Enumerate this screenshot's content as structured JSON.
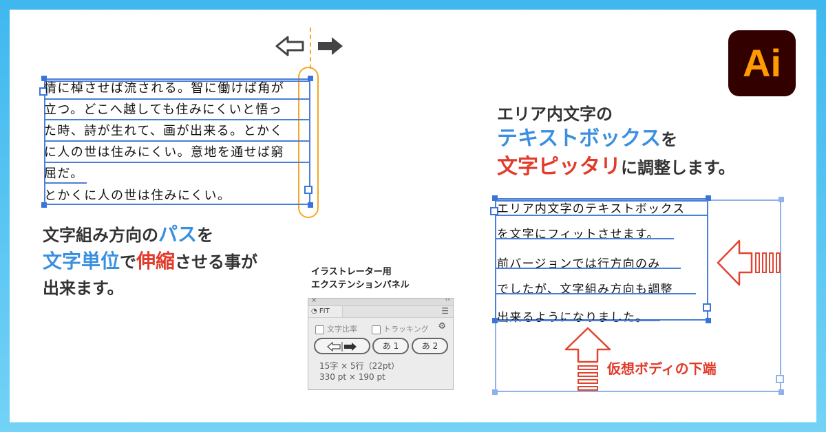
{
  "colors": {
    "border": "#4cc0f0",
    "blue": "#3b8fe0",
    "red": "#e23a2b",
    "orange": "#f5a623",
    "selection": "#4a7fd6",
    "ai_bg": "#330000",
    "ai_text": "#ff9a00"
  },
  "logo": {
    "text": "Ai",
    "icon": "illustrator-logo"
  },
  "left_demo": {
    "arrows": [
      "left-arrow-outline-icon",
      "right-arrow-solid-icon"
    ],
    "lines": [
      "情に棹させば流される。智に働けば角が",
      "立つ。どこへ越しても住みにくいと悟っ",
      "た時、詩が生れて、画が出来る。とかく",
      "に人の世は住みにくい。意地を通せば窮",
      "屈だ。",
      "とかくに人の世は住みにくい。"
    ]
  },
  "caption_left": {
    "p1": "文字組み方向の",
    "p1_hl": "パス",
    "p1_end": "を",
    "p2_hl1": "文字単位",
    "p2_mid": "で",
    "p2_hl2": "伸縮",
    "p2_end": "させる事が",
    "p3": "出来ます。"
  },
  "heading_right": {
    "l1": "エリア内文字の",
    "l2_hl": "テキストボックス",
    "l2_end": "を",
    "l3_hl": "文字ピッタリ",
    "l3_end": "に調整します。"
  },
  "right_demo": {
    "lines": [
      "エリア内文字のテキストボックス",
      "を文字にフィットさせます。",
      "前バージョンでは行方向のみ",
      "でしたが、文字組み方向も調整",
      "出来るようになりました。"
    ],
    "caption": "仮想ボディの下端"
  },
  "panel": {
    "title1": "イラストレーター用",
    "title2": "エクステンションパネル",
    "tab_label": "FIT",
    "check1": "文字比率",
    "check2": "トラッキング",
    "btn2": "あ 1",
    "btn3": "あ 2",
    "info1": "15字 × 5行（22pt）",
    "info2": "330 pt × 190 pt",
    "close_glyph": "×",
    "collapse_glyph": "‹‹"
  }
}
